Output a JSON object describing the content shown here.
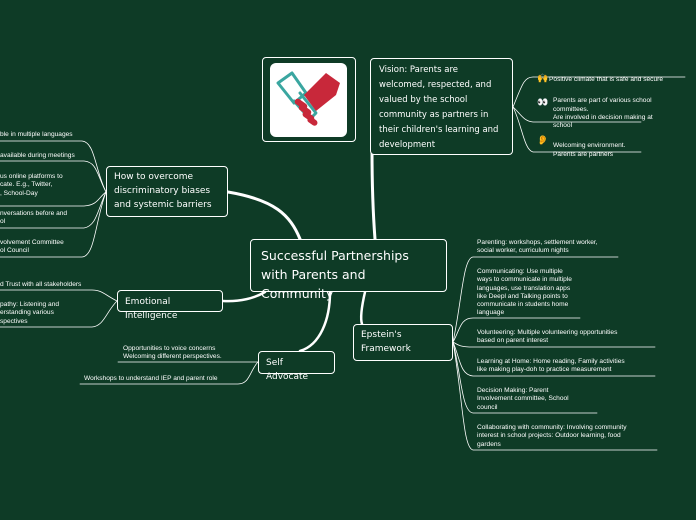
{
  "central": "Successful Partnerships with Parents and Community",
  "vision": "Vision: Parents are welcomed, respected, and valued by the school community as partners in their children's learning and development",
  "vision_items": [
    {
      "icon": "raised-hands-icon",
      "glyph": "🙌",
      "text": "Positive climate that is safe and secure"
    },
    {
      "icon": "eyes-icon",
      "glyph": "👀",
      "text": "Parents are part of various school committees.\nAre involved in decision making at school"
    },
    {
      "icon": "ear-icon",
      "glyph": "👂",
      "text": "Welcoming environment.\nParents are partners"
    }
  ],
  "how": {
    "label": "How to overcome discriminatory biases and systemic barriers",
    "items": [
      "ble in multiple languages",
      "available during meetings",
      "us online platforms to\ncate. E.g., Twitter,\n, School-Day",
      "nversations before and\nol",
      "volvement Committee\nol Council"
    ]
  },
  "emotional": {
    "label": "Emotional Intelligence",
    "items": [
      "d Trust with all stakeholders",
      "pathy: Listening and\nerstanding various\nspectives"
    ]
  },
  "self_advocate": {
    "label": "Self Advocate",
    "items": [
      "Opportunities to voice concerns\nWelcoming different perspectives.",
      "Workshops to understand IEP and parent role"
    ]
  },
  "epstein": {
    "label": "Epstein's Framework",
    "items": [
      "Parenting: workshops, settlement worker,\nsocial worker, curriculum nights",
      "Communicating: Use multiple\nways to communicate in multiple\nlanguages, use translation apps\nlike Deepl and Talking points to\ncommunicate in students home\nlanguage",
      "Volunteering: Multiple volunteering opportunities\nbased on parent interest",
      "Learning at Home: Home reading, Family activities\nlike making play-doh to practice measurement",
      "Decision Making: Parent\nInvolvement committee, School\ncouncil",
      "Collaborating with community: Involving community\ninterest in school projects: Outdoor learning, food\ngardens"
    ]
  },
  "colors": {
    "background": "#0e3b26",
    "line": "#ffffff",
    "logo_red": "#c8283a",
    "logo_teal": "#3aa6a0"
  }
}
